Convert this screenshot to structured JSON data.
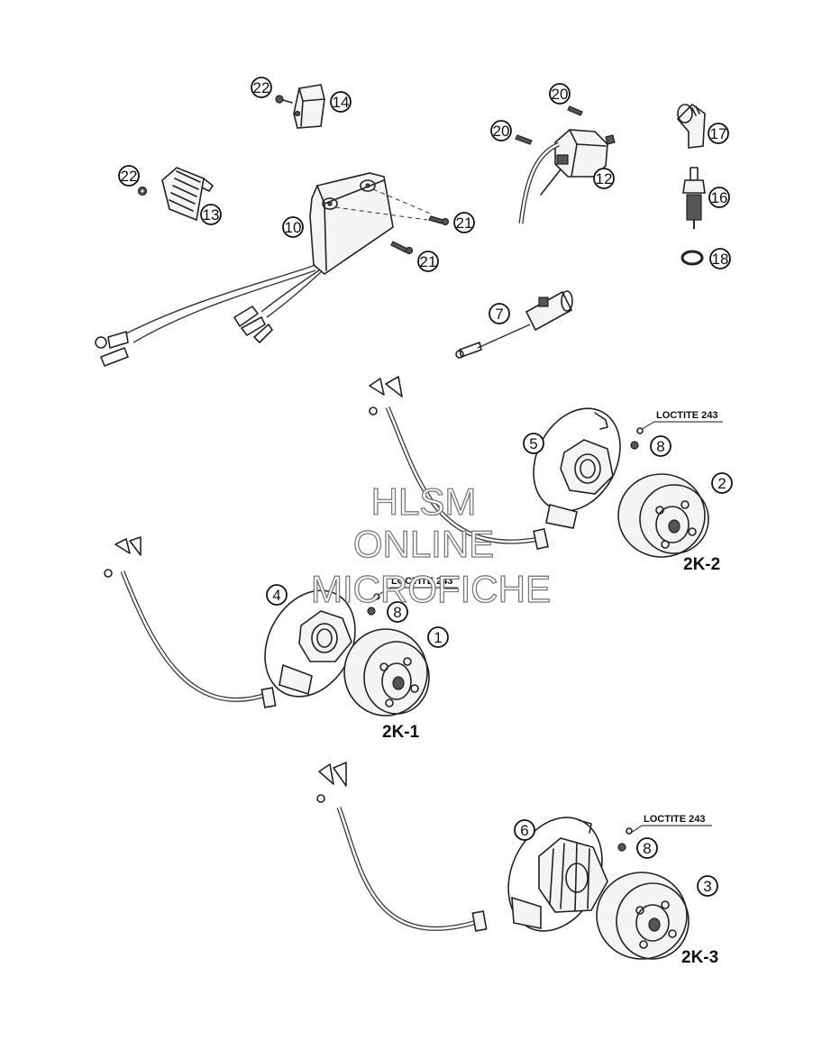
{
  "callouts": {
    "c1": "1",
    "c2": "2",
    "c3": "3",
    "c4": "4",
    "c5": "5",
    "c6": "6",
    "c7": "7",
    "c8a": "8",
    "c8b": "8",
    "c8c": "8",
    "c10": "10",
    "c12": "12",
    "c13": "13",
    "c14": "14",
    "c16": "16",
    "c17": "17",
    "c18": "18",
    "c20a": "20",
    "c20b": "20",
    "c21a": "21",
    "c21b": "21",
    "c22a": "22",
    "c22b": "22"
  },
  "variants": {
    "v1": "2K-1",
    "v2": "2K-2",
    "v3": "2K-3"
  },
  "loctite": {
    "l1": "LOCTITE 243",
    "l2": "LOCTITE 243",
    "l3": "LOCTITE 243"
  },
  "watermark": {
    "line1": "HLSM",
    "line2": "ONLINE",
    "line3": "MICROFICHE"
  }
}
